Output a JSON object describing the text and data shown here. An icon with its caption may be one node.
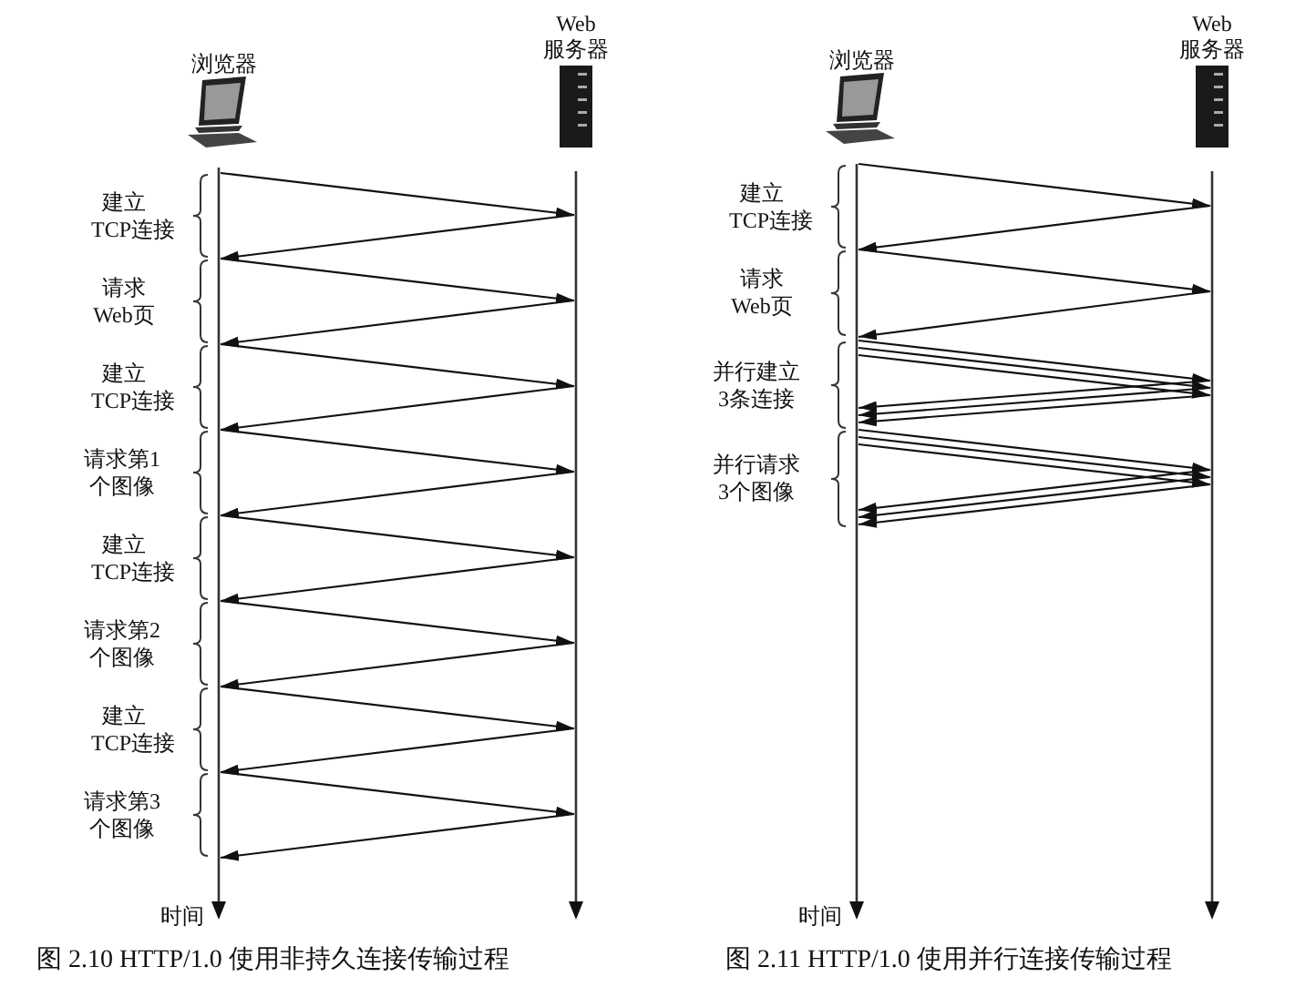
{
  "diagram": {
    "nodes": [
      {
        "text": [
          "浏览器"
        ]
      },
      {
        "text": [
          "Web 服务器"
        ]
      },
      {
        "text": [
          "浏览器"
        ]
      },
      {
        "text": [
          "Web 服务器"
        ]
      }
    ],
    "edges": [
      {
        "from": 0,
        "to": 1,
        "arrow": "to"
      },
      {
        "from": 1,
        "to": 0,
        "arrow": "to"
      },
      {
        "from": 0,
        "to": 1,
        "arrow": "to"
      },
      {
        "from": 1,
        "to": 0,
        "arrow": "to"
      },
      {
        "from": 0,
        "to": 1,
        "arrow": "to"
      },
      {
        "from": 1,
        "to": 0,
        "arrow": "to"
      },
      {
        "from": 0,
        "to": 1,
        "arrow": "to"
      },
      {
        "from": 1,
        "to": 0,
        "arrow": "to"
      },
      {
        "from": 0,
        "to": 1,
        "arrow": "to"
      },
      {
        "from": 1,
        "to": 0,
        "arrow": "to"
      },
      {
        "from": 0,
        "to": 1,
        "arrow": "to"
      },
      {
        "from": 1,
        "to": 0,
        "arrow": "to"
      },
      {
        "from": 0,
        "to": 1,
        "arrow": "to"
      },
      {
        "from": 1,
        "to": 0,
        "arrow": "to"
      },
      {
        "from": 0,
        "to": 1,
        "arrow": "to"
      },
      {
        "from": 1,
        "to": 0,
        "arrow": "to"
      },
      {
        "from": 2,
        "to": 3,
        "arrow": "to"
      },
      {
        "from": 3,
        "to": 2,
        "arrow": "to"
      },
      {
        "from": 2,
        "to": 3,
        "arrow": "to"
      },
      {
        "from": 3,
        "to": 2,
        "arrow": "to"
      },
      {
        "from": 2,
        "to": 3,
        "arrow": "to"
      },
      {
        "from": 2,
        "to": 3,
        "arrow": "to"
      },
      {
        "from": 2,
        "to": 3,
        "arrow": "to"
      },
      {
        "from": 3,
        "to": 2,
        "arrow": "to"
      },
      {
        "from": 3,
        "to": 2,
        "arrow": "to"
      },
      {
        "from": 3,
        "to": 2,
        "arrow": "to"
      },
      {
        "from": 2,
        "to": 3,
        "arrow": "to"
      },
      {
        "from": 2,
        "to": 3,
        "arrow": "to"
      },
      {
        "from": 2,
        "to": 3,
        "arrow": "to"
      },
      {
        "from": 3,
        "to": 2,
        "arrow": "to"
      },
      {
        "from": 3,
        "to": 2,
        "arrow": "to"
      },
      {
        "from": 3,
        "to": 2,
        "arrow": "to"
      }
    ],
    "labels": [
      "建立 TCP连接",
      "请求 Web页",
      "建立 TCP连接",
      "请求第1个图像",
      "建立 TCP连接",
      "请求第2个图像",
      "建立 TCP连接",
      "请求第3个图像",
      "时间",
      "建立 TCP连接",
      "请求 Web页",
      "并行建立3条连接",
      "并行请求3个图像",
      "时间",
      "图 2.10 HTTP/1.0 使用非持久连接传输过程",
      "图 2.11 HTTP/1.0 使用并行连接传输过程"
    ]
  }
}
